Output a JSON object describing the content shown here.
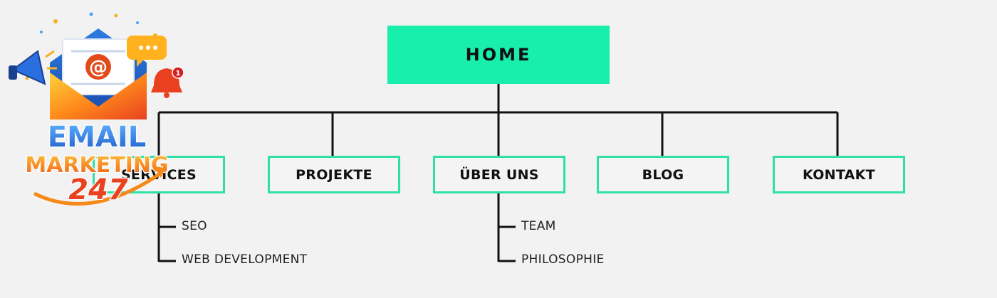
{
  "sitemap": {
    "root": "HOME",
    "children": [
      {
        "label": "SERVICES"
      },
      {
        "label": "PROJEKTE"
      },
      {
        "label": "ÜBER UNS"
      },
      {
        "label": "BLOG"
      },
      {
        "label": "KONTAKT"
      }
    ],
    "services_items": [
      "SEO",
      "WEB DEVELOPMENT"
    ],
    "ueber_uns_items": [
      "TEAM",
      "PHILOSOPHIE"
    ]
  },
  "logo": {
    "line1": "EMAIL",
    "line2": "MARKETING",
    "line3": "247",
    "at_symbol": "@",
    "badge": "1",
    "icons": [
      "envelope-icon",
      "megaphone-icon",
      "bell-icon",
      "chat-bubble-icon"
    ]
  },
  "colors": {
    "accent": "#19efad",
    "box_border": "#2ee0a8",
    "line": "#111111",
    "background": "#f2f2f2"
  }
}
